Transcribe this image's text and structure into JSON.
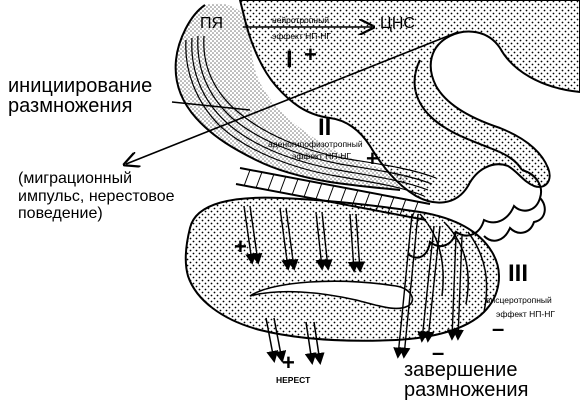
{
  "labels": {
    "pya": "ПЯ",
    "cns": "ЦНС",
    "neuro_effect_line1": "нейротропный",
    "neuro_effect_line2": "эффект НП-НГ",
    "initiation_line1": "инициирование",
    "initiation_line2": "размножения",
    "adeno_effect_line1": "аденогипофизотропный",
    "adeno_effect_line2": "эффект НП-НГ",
    "migration_text": "(миграционный\nимпульс, нерестовое\nповедение)",
    "visc_effect_line1": "висцеротропный",
    "visc_effect_line2": "эффект НП-НГ",
    "spawn": "НЕРЕСТ",
    "completion_line1": "завершение",
    "completion_line2": "размножения"
  },
  "stages": {
    "one": "I",
    "two": "II",
    "three": "III"
  },
  "signs": {
    "plus_cns": "+",
    "plus_adeno": "+",
    "plus_gland": "+",
    "plus_spawn": "+",
    "minus_visc": "–",
    "minus_completion": "–"
  },
  "colors": {
    "ink": "#000000",
    "paper": "#ffffff"
  }
}
